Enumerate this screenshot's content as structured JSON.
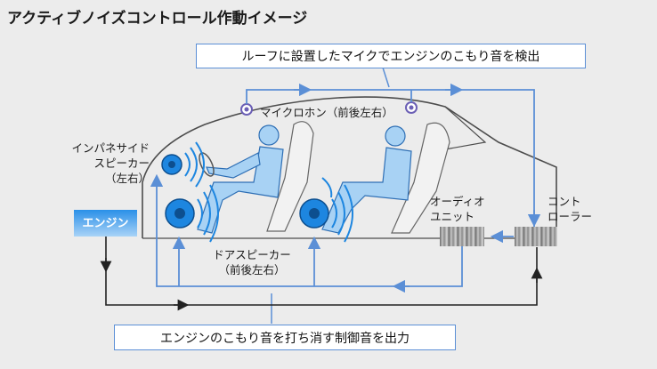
{
  "title": "アクティブノイズコントロール作動イメージ",
  "callout_top": "ルーフに設置したマイクでエンジンのこもり音を検出",
  "callout_bottom": "エンジンのこもり音を打ち消す制御音を出力",
  "labels": {
    "microphone": "マイクロホン（前後左右）",
    "instrument_panel_speaker": [
      "インパネサイド",
      "スピーカー",
      "（左右）"
    ],
    "door_speaker": [
      "ドアスピーカー",
      "（前後左右）"
    ],
    "audio_unit": [
      "オーディオ",
      "ユニット"
    ],
    "controller": [
      "コント",
      "ローラー"
    ],
    "engine": "エンジン"
  },
  "colors": {
    "line_blue": "#5b8fd6",
    "line_dark": "#222222",
    "speaker_blue": "#1d86e0",
    "body_blue": "#a8d2f4"
  }
}
